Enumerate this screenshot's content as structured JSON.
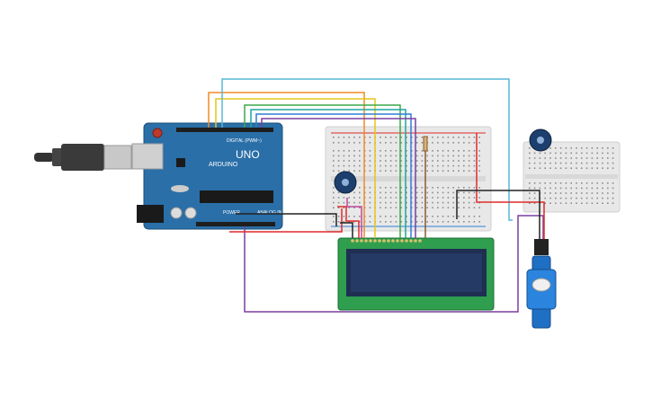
{
  "canvas": {
    "background": "#ffffff"
  },
  "arduino": {
    "brand": "ARDUINO",
    "model": "UNO",
    "digital_label": "DIGITAL (PWM~)",
    "power_label": "POWER",
    "analog_label": "ANALOG IN",
    "reset_icon": "reset-button",
    "board_color": "#2a6fa8"
  },
  "components": {
    "usb_cable": "usb-cable",
    "breadboard_main": "breadboard",
    "breadboard_small": "breadboard",
    "pot_1": "potentiometer",
    "pot_2": "potentiometer",
    "lcd": "lcd-16x2",
    "servo": "micro-servo",
    "resistor": "resistor"
  },
  "wire_colors": {
    "orange": "#f08a24",
    "yellow": "#e6c619",
    "green": "#3aa84a",
    "teal": "#1fa6a0",
    "blue": "#2d7fd6",
    "purple": "#7b3fa0",
    "cyan": "#58b7d8",
    "red": "#e02a2a",
    "black": "#222222",
    "brown": "#8a5a2b"
  }
}
